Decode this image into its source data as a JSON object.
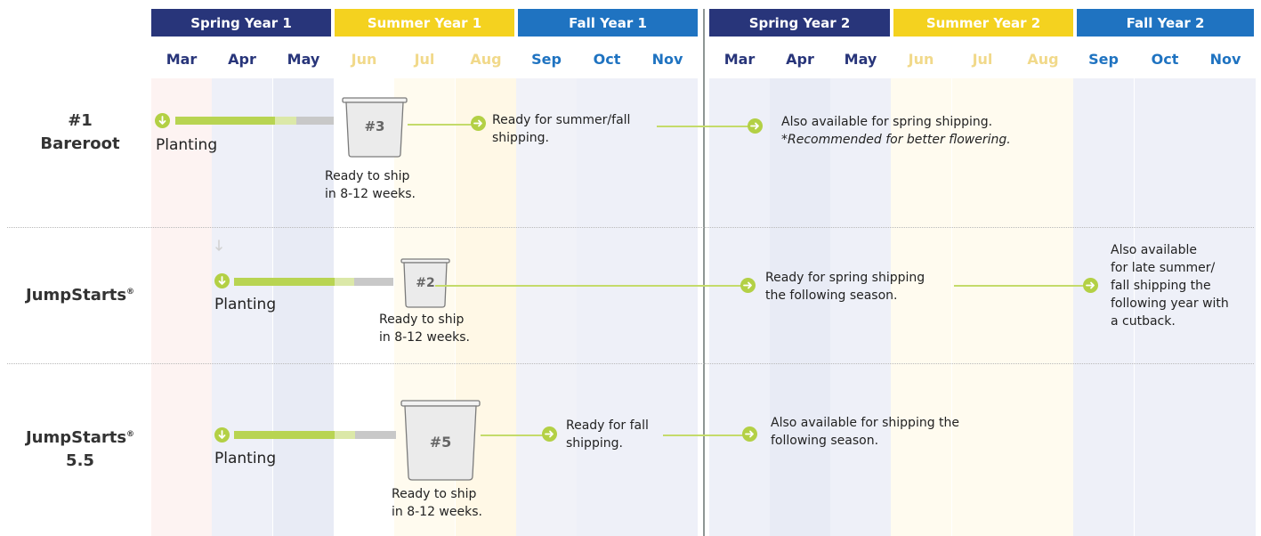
{
  "seasons": [
    "Spring Year 1",
    "Summer Year 1",
    "Fall Year 1",
    "Spring Year 2",
    "Summer Year 2",
    "Fall Year 2"
  ],
  "months": [
    "Mar",
    "Apr",
    "May",
    "Jun",
    "Jul",
    "Aug",
    "Sep",
    "Oct",
    "Nov",
    "Mar",
    "Apr",
    "May",
    "Jun",
    "Jul",
    "Aug",
    "Sep",
    "Oct",
    "Nov"
  ],
  "colors": {
    "spring": "#28357a",
    "summer": "#f4d21f",
    "fall": "#1f73c1",
    "summer_month_text": "#f1d98a",
    "spring_column": "#eef0f8",
    "summer_column": "#fff9e8",
    "march1_column": "#fdf3f2",
    "bar_green": "#b8d452",
    "bar_light": "#dbe8a8",
    "bar_gray": "#c8c8c8"
  },
  "rows": [
    {
      "label_line1": "#1",
      "label_line2": "Bareroot",
      "planting": "Planting",
      "pot": "#3",
      "ready_line1": "Ready to ship",
      "ready_line2": "in 8-12 weeks.",
      "note1_line1": "Ready for summer/fall",
      "note1_line2": "shipping.",
      "note2_line1": "Also available for spring shipping.",
      "note2_line2": "*Recommended for better flowering."
    },
    {
      "label_line1": "JumpStarts",
      "reg": "®",
      "planting": "Planting",
      "pot": "#2",
      "ready_line1": "Ready to ship",
      "ready_line2": "in 8-12 weeks.",
      "note1_line1": "Ready for spring shipping",
      "note1_line2": "the following season.",
      "note2_line1": "Also available",
      "note2_line2": "for late summer/",
      "note2_line3": "fall shipping the",
      "note2_line4": "following year with",
      "note2_line5": "a cutback."
    },
    {
      "label_line1": "JumpStarts",
      "reg": "®",
      "label_line2": "5.5",
      "planting": "Planting",
      "pot": "#5",
      "ready_line1": "Ready to ship",
      "ready_line2": "in 8-12 weeks.",
      "note1_line1": "Ready for fall",
      "note1_line2": "shipping.",
      "note2_line1": "Also available for shipping the",
      "note2_line2": "following season."
    }
  ]
}
